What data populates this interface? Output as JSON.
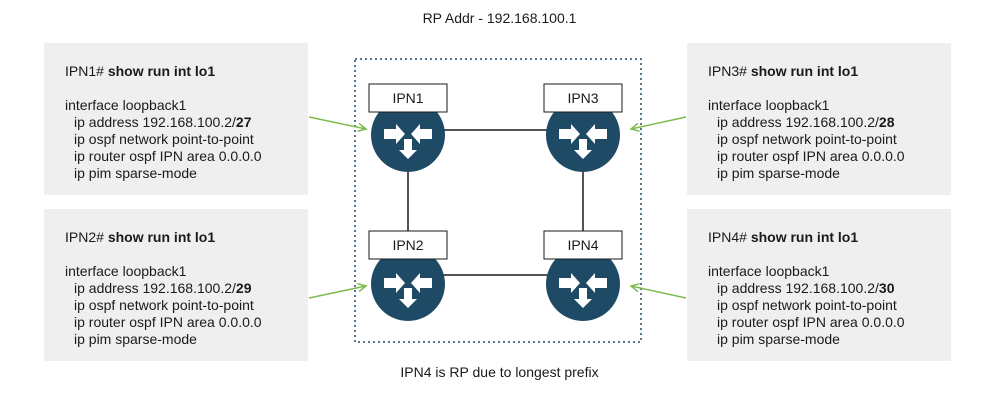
{
  "title": "RP Addr - 192.168.100.1",
  "footer": "IPN4 is RP due to longest prefix",
  "routers": [
    {
      "id": "ipn1",
      "label": "IPN1"
    },
    {
      "id": "ipn3",
      "label": "IPN3"
    },
    {
      "id": "ipn2",
      "label": "IPN2"
    },
    {
      "id": "ipn4",
      "label": "IPN4"
    }
  ],
  "configs": {
    "ipn1": {
      "prompt": "IPN1#",
      "command": "show run int lo1",
      "iface": "interface loopback1",
      "ip_prefix": "ip address 192.168.100.2/",
      "mask": "27",
      "ospf_net": "ip ospf network point-to-point",
      "ospf_area": "ip router ospf IPN area 0.0.0.0",
      "pim": "ip pim sparse-mode"
    },
    "ipn3": {
      "prompt": "IPN3#",
      "command": "show run int lo1",
      "iface": "interface loopback1",
      "ip_prefix": "ip address 192.168.100.2/",
      "mask": "28",
      "ospf_net": "ip ospf network point-to-point",
      "ospf_area": "ip router ospf IPN area 0.0.0.0",
      "pim": "ip pim sparse-mode"
    },
    "ipn2": {
      "prompt": "IPN2#",
      "command": "show run int lo1",
      "iface": "interface loopback1",
      "ip_prefix": "ip address 192.168.100.2/",
      "mask": "29",
      "ospf_net": "ip ospf network point-to-point",
      "ospf_area": "ip router ospf IPN area 0.0.0.0",
      "pim": "ip pim sparse-mode"
    },
    "ipn4": {
      "prompt": "IPN4#",
      "command": "show run int lo1",
      "iface": "interface loopback1",
      "ip_prefix": "ip address 192.168.100.2/",
      "mask": "30",
      "ospf_net": "ip ospf network point-to-point",
      "ospf_area": "ip router ospf IPN area 0.0.0.0",
      "pim": "ip pim sparse-mode"
    }
  },
  "colors": {
    "router_fill": "#1e4a66",
    "arrow": "#7dbb4e",
    "dashed_border": "#1e4a66",
    "panel_bg": "#efefef"
  }
}
